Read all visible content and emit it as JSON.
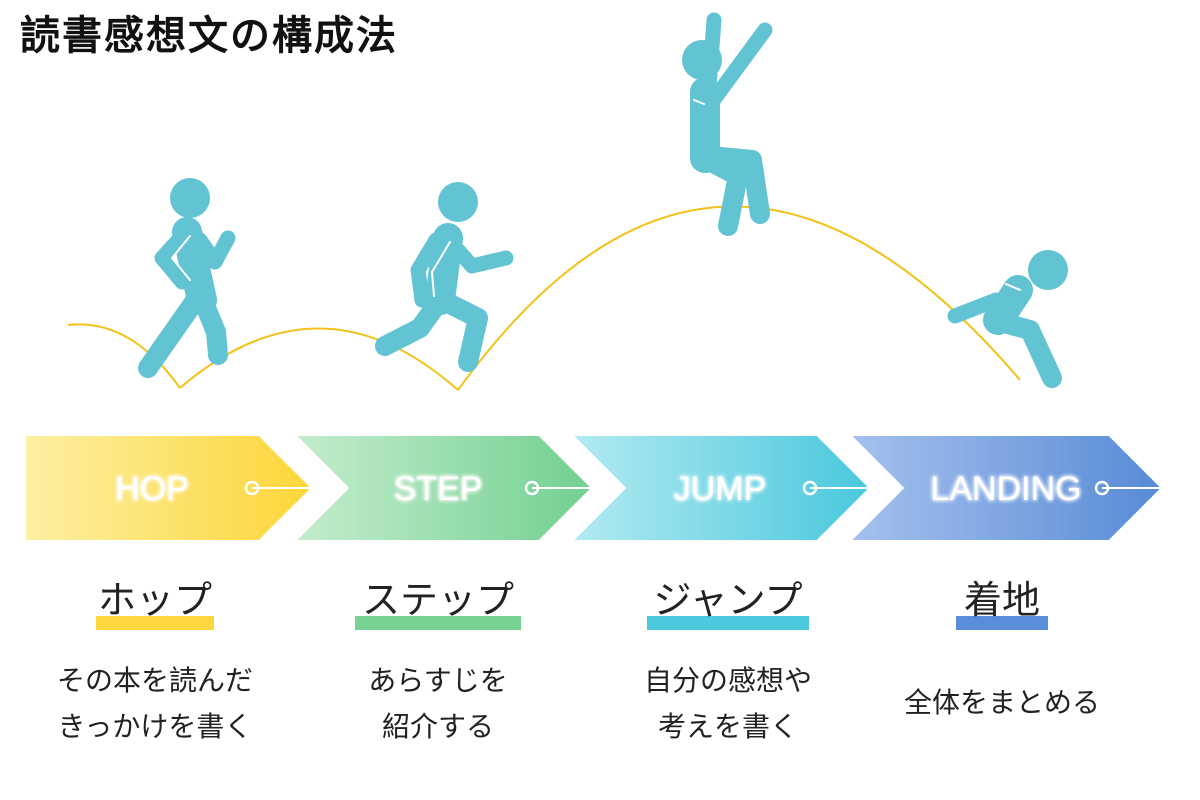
{
  "title": "読書感想文の構成法",
  "colors": {
    "figure": "#62c3d2",
    "arc": "#f2c21a",
    "hop": "#fcd73e",
    "step": "#76d192",
    "jump": "#4cc9dd",
    "landing": "#5b8ed8"
  },
  "stages": [
    {
      "key": "hop",
      "en": "HOP",
      "ja": "ホップ",
      "desc": "その本を読んだ\nきっかけを書く"
    },
    {
      "key": "step",
      "en": "STEP",
      "ja": "ステップ",
      "desc": "あらすじを\n紹介する"
    },
    {
      "key": "jump",
      "en": "JUMP",
      "ja": "ジャンプ",
      "desc": "自分の感想や\n考えを書く"
    },
    {
      "key": "landing",
      "en": "LANDING",
      "ja": "着地",
      "desc": "全体をまとめる"
    }
  ]
}
